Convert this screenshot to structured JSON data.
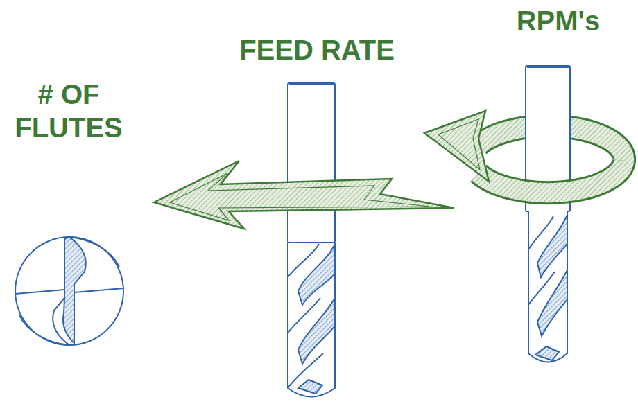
{
  "diagram": {
    "labels": [
      "# OF FLUTES",
      "FEED RATE",
      "RPM's"
    ]
  }
}
